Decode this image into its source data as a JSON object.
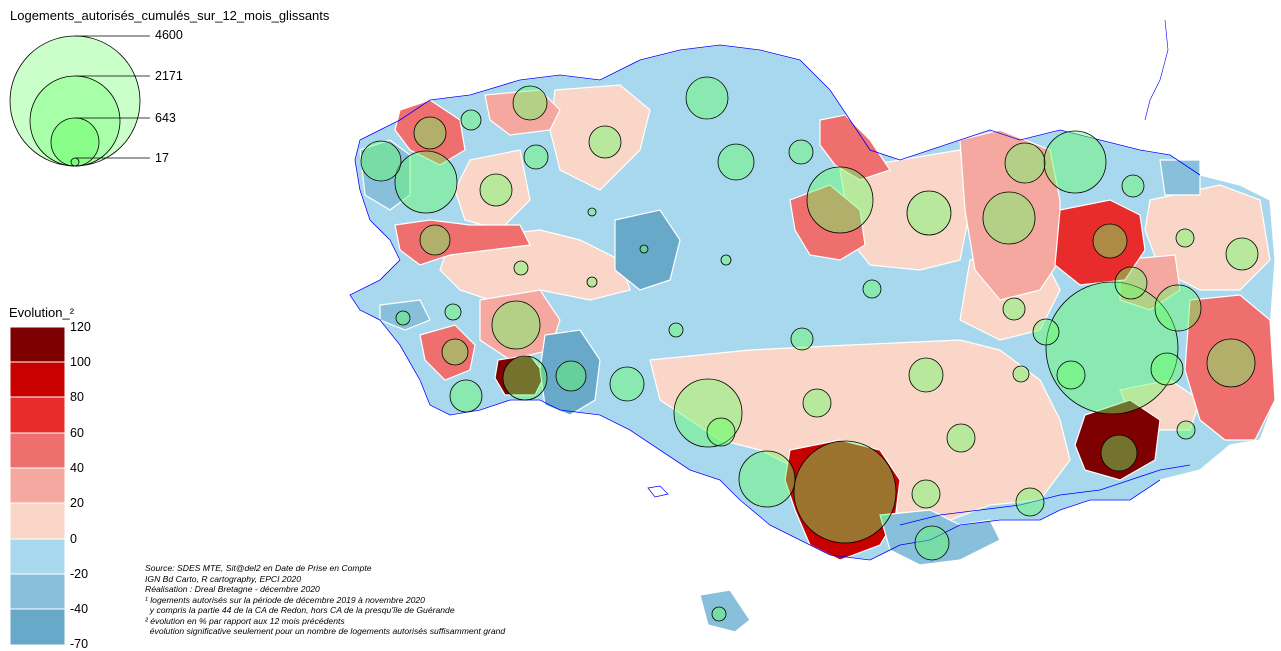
{
  "size_legend": {
    "title": "Logements_autorisés_cumulés_sur_12_mois_glissants",
    "values": [
      "4600",
      "2171",
      "643",
      "17"
    ],
    "fill": "#66ff66"
  },
  "evolution_legend": {
    "title": "Evolution_²",
    "breaks": [
      "120",
      "100",
      "80",
      "60",
      "40",
      "20",
      "0",
      "-20",
      "-40",
      "-70"
    ],
    "colors": [
      "#7f0000",
      "#c80000",
      "#e82c2c",
      "#ef6e6e",
      "#f4a8a0",
      "#f9d6c8",
      "#a8d8ee",
      "#88c0dc",
      "#68a8c8"
    ]
  },
  "source_notes": [
    "Source: SDES MTE, Sit@del2 en Date de Prise en Compte",
    "IGN Bd Carto, R cartography, EPCI 2020",
    "Réalisation : Dreal Bretagne - décembre 2020",
    "¹ logements autorisés sur la période de décembre 2019 à novembre 2020",
    "  y compris la partie 44 de la CA de Redon, hors CA de la presqu'île de Guérande",
    "² évolution en % par rapport aux 12 mois précédents",
    "  évolution significative seulement pour un nombre de logements autorisés suffisamment grand"
  ],
  "colors": {
    "coast": "#0000ff",
    "border": "#ffffff",
    "bubble_fill": "#66ff66",
    "bubble_stroke": "#000000"
  }
}
